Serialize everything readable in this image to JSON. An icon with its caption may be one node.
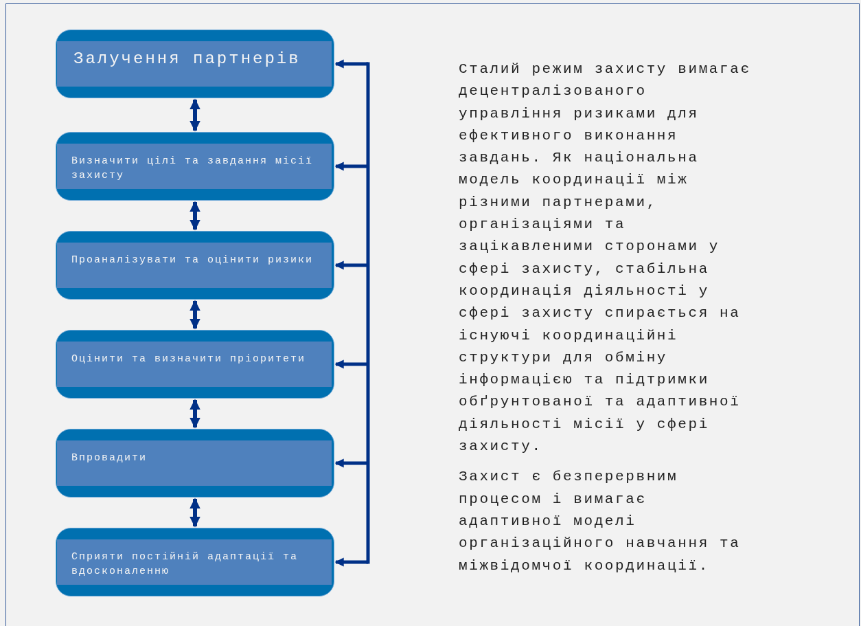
{
  "diagram": {
    "nodes": [
      {
        "text": [
          "Залучення партнерів"
        ]
      },
      {
        "text": [
          "Визначити цілі та завдання місії захисту"
        ]
      },
      {
        "text": [
          "Проаналізувати та оцінити ризики"
        ]
      },
      {
        "text": [
          "Оцінити та визначити пріоритети"
        ]
      },
      {
        "text": [
          "Впровадити"
        ]
      },
      {
        "text": [
          "Сприяти постійній адаптації та вдосконаленню"
        ]
      }
    ],
    "edges": [
      {
        "from": 0,
        "to": 1,
        "arrow": "both"
      },
      {
        "from": 1,
        "to": 2,
        "arrow": "both"
      },
      {
        "from": 2,
        "to": 3,
        "arrow": "both"
      },
      {
        "from": 3,
        "to": 4,
        "arrow": "both"
      },
      {
        "from": 4,
        "to": 5,
        "arrow": "both"
      },
      {
        "from": null,
        "to": 0,
        "arrow": "to"
      },
      {
        "from": null,
        "to": 1,
        "arrow": "to"
      },
      {
        "from": null,
        "to": 2,
        "arrow": "to"
      },
      {
        "from": null,
        "to": 3,
        "arrow": "to"
      },
      {
        "from": null,
        "to": 4,
        "arrow": "to"
      },
      {
        "from": null,
        "to": 5,
        "arrow": "to"
      }
    ],
    "labels": [
      "Сталий режим захисту вимагає децентралізованого управління ризиками для ефективного виконання завдань. Як національна модель координації між різними партнерами, організаціями та зацікавленими сторонами у сфері захисту, стабільна координація діяльності у сфері захисту спирається на існуючі координаційні структури для обміну інформацією та підтримки обґрунтованої та адаптивної діяльності місії у сфері захисту.",
      "Захист є безперервним процесом і вимагає адаптивної моделі організаційного навчання та міжвідомчої координації."
    ]
  }
}
